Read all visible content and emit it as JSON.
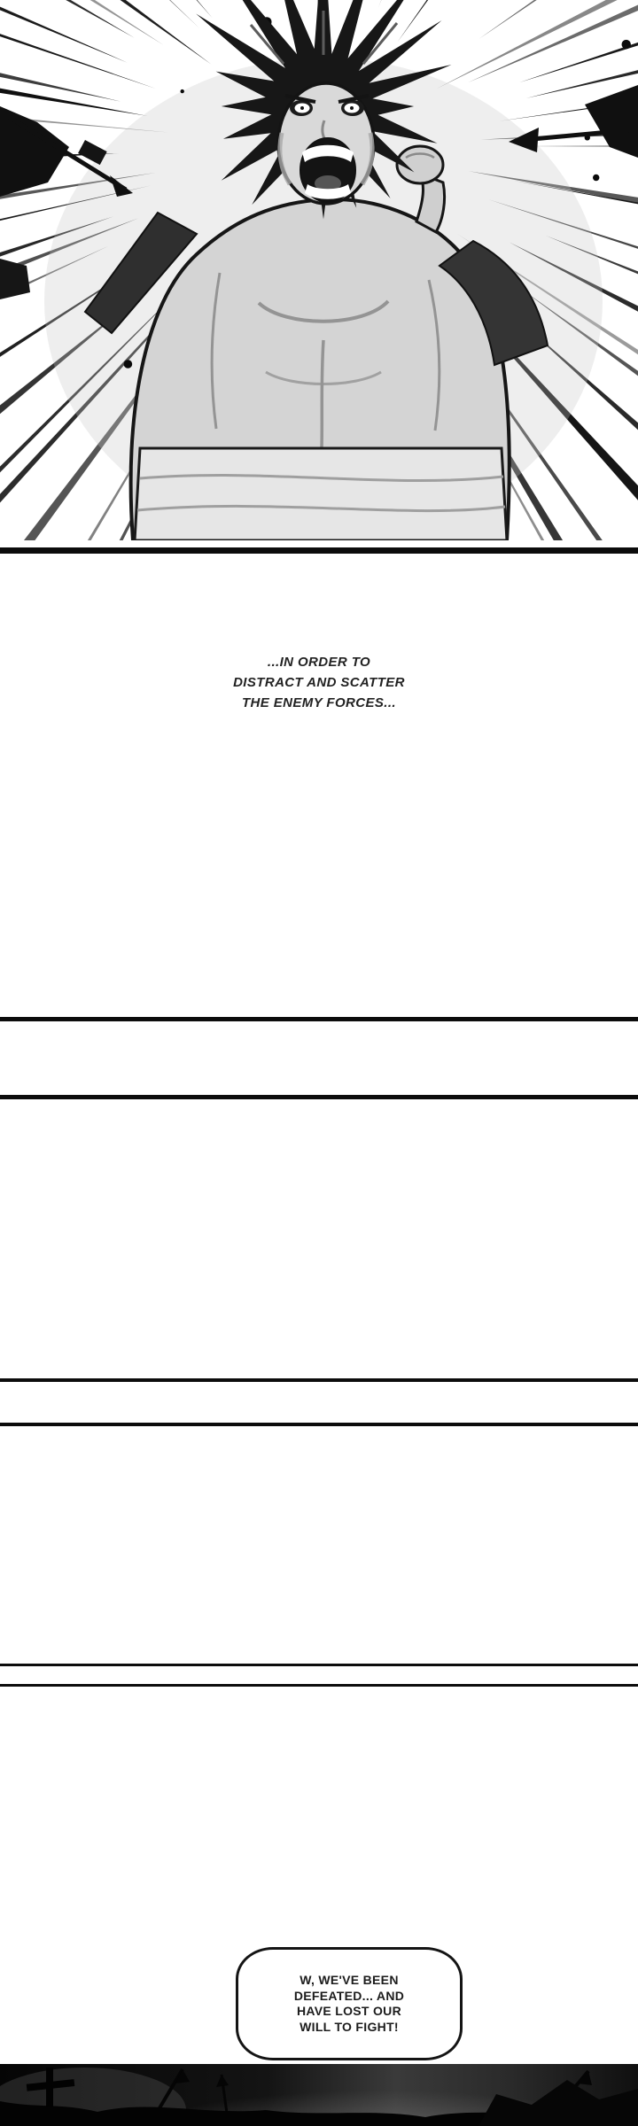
{
  "comic": {
    "caption": {
      "lines": [
        "...IN ORDER TO",
        "DISTRACT AND SCATTER",
        "THE ENEMY FORCES..."
      ]
    },
    "speech_bubble": {
      "lines": [
        "W, WE'VE BEEN",
        "DEFEATED... AND",
        "HAVE LOST OUR",
        "WILL TO FIGHT!"
      ]
    },
    "art": {
      "top_panel_alt": "Screaming wild-haired warrior with radiating speed lines and soldier silhouettes",
      "bottom_panel_alt": "Dark battlefield silhouette with spears and a cross standard",
      "ink_color": "#0c0c0c",
      "paper_color": "#ffffff",
      "skin_tone": "#d4d4d4",
      "shadow_tone": "#2f2f2f"
    }
  }
}
